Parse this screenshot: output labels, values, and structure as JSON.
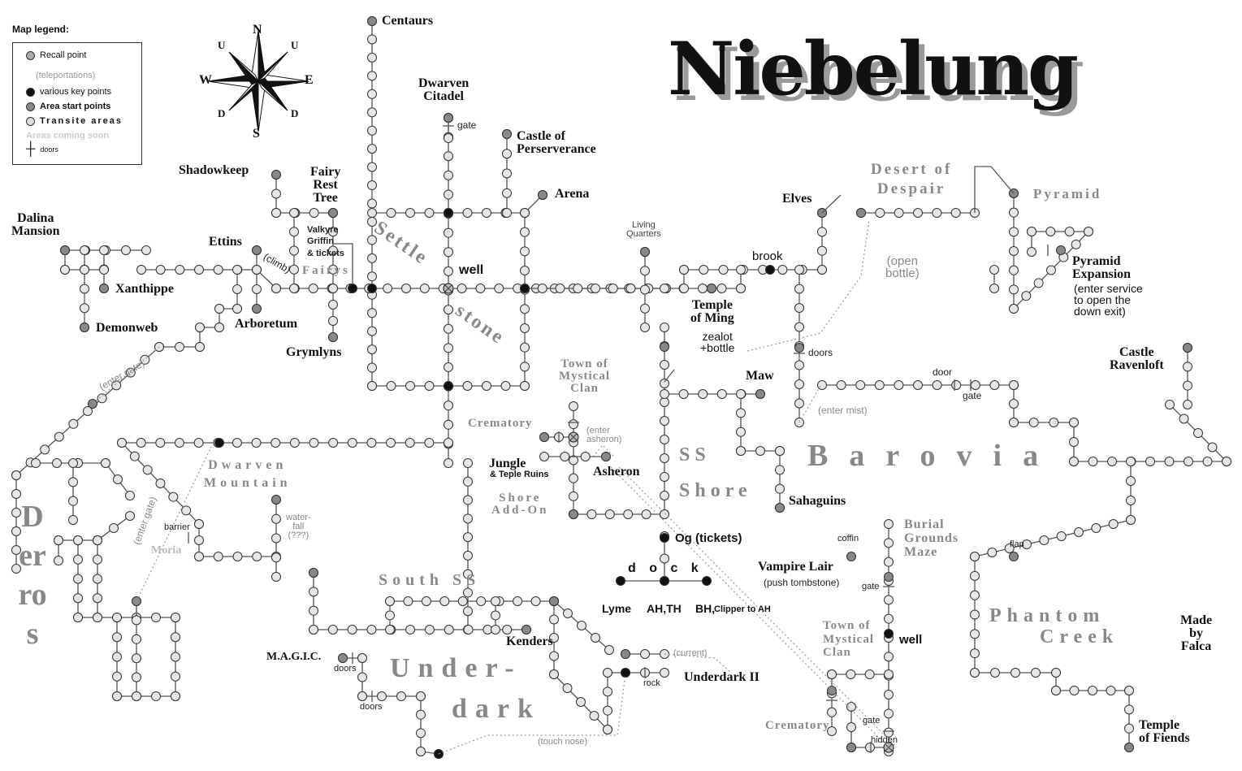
{
  "title": "Niebelung",
  "legend": {
    "heading": "Map legend:",
    "recall": "Recall point",
    "teleport": "(teleportations)",
    "key": "various key points",
    "start": "Area start points",
    "transit": "Transite areas",
    "soon": "Areas coming soon",
    "doors": "doors"
  },
  "compass": {
    "n": "N",
    "s": "S",
    "e": "E",
    "w": "W",
    "u1": "U",
    "u2": "U",
    "d1": "D",
    "d2": "D"
  },
  "locations": {
    "centaurs": "Centaurs",
    "dwarven_citadel": "Dwarven\nCitadel",
    "castle_perserverance": "Castle of\nPerserverance",
    "arena": "Arena",
    "shadowkeep": "Shadowkeep",
    "fairy_rest": "Fairy\nRest\nTree",
    "dalina": "Dalina\nMansion",
    "ettins": "Ettins",
    "xanthippe": "Xanthippe",
    "demonweb": "Demonweb",
    "arboretum": "Arboretum",
    "grymlyns": "Grymlyns",
    "valkyre": "Valkyre\nGriffin\n& tickets",
    "well": "well",
    "elves": "Elves",
    "brook": "brook",
    "temple_ming": "Temple\nof Ming",
    "zealot": "zealot\n+bottle",
    "maw": "Maw",
    "castle_ravenloft": "Castle\nRavenloft",
    "pyramid_expansion": "Pyramid\nExpansion",
    "pyramid_note": "(enter service\nto open the\ndown exit)",
    "jungle": "Jungle",
    "teple_ruins": "& Teple Ruins",
    "asheron": "Asheron",
    "sahaguins": "Sahaguins",
    "og": "Og (tickets)",
    "lyme": "Lyme",
    "ahth": "AH,TH",
    "bh": "BH,",
    "clipper": "Clipper to AH",
    "vampire": "Vampire Lair",
    "push": "(push tombstone)",
    "well2": "well",
    "kenders": "Kenders",
    "magic": "M.A.G.I.C.",
    "underdark2": "Underdark II",
    "temple_fiends": "Temple\nof Fiends",
    "made_by": "Made\nby\nFalca",
    "living": "Living\nQuarters"
  },
  "areas": {
    "fairys": "Fairys",
    "settle": "Settle",
    "stone": "stone",
    "desert": "Desert of\nDespair",
    "pyramid": "Pyramid",
    "town_mystical": "Town of\nMystical\nClan",
    "crematory": "Crematory",
    "ss": "SS",
    "shore": "Shore",
    "shore_addon": "Shore\nAdd-On",
    "dwarven_mountain": "Dwarven\nMountain",
    "moria": "Moria",
    "south_ss": "South SS",
    "under": "Under-",
    "dark": "dark",
    "burial": "Burial\nGrounds\nMaze",
    "town_mystical2": "Town of\nMystical\nClan",
    "crematory2": "Crematory",
    "phantom": "Phantom",
    "creek": "Creek",
    "barovia": "Barovia",
    "derros": "Derros"
  },
  "notes": {
    "gate1": "gate",
    "climb": "(climb)",
    "open_bottle": "(open\nbottle)",
    "doors1": "doors",
    "door1": "door",
    "gate2": "gate",
    "enter_mist": "(enter mist)",
    "enter_gate1": "(enter gate)",
    "enter_gate2": "(enter gate)",
    "enter_asheron": "(enter\nasheron)",
    "barrier": "barrier",
    "waterfall": "water-\nfall\n(???)",
    "coffin": "coffin",
    "flap": "flap",
    "gate3": "gate",
    "doors2": "doors",
    "doors3": "doors",
    "rock": "rock",
    "current": "(current)",
    "touch_nose": "(touch nose)",
    "gate4": "gate",
    "hidden": "hidden",
    "dock": "d o c k"
  }
}
